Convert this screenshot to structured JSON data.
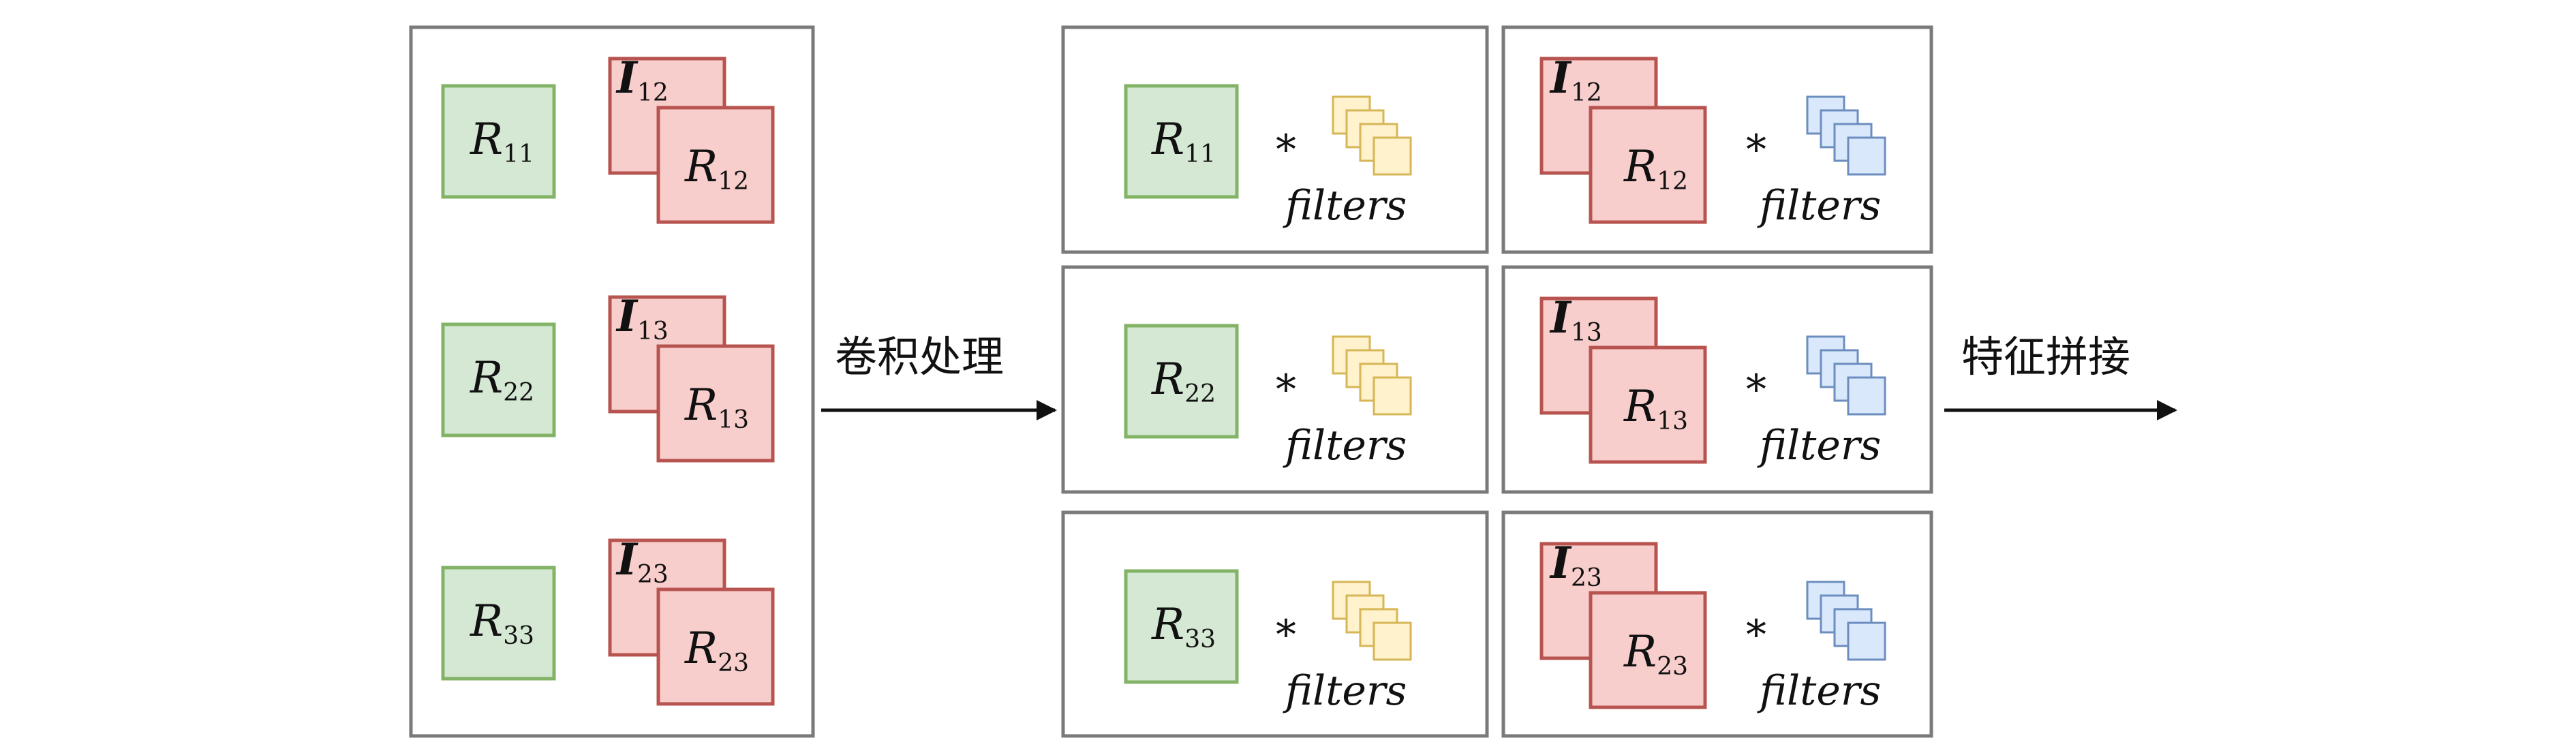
{
  "colors": {
    "green_fill": "#d5e8d4",
    "green_stroke": "#82b366",
    "red_fill": "#f8cecc",
    "red_stroke": "#b85450",
    "yellow_fill": "#fff2cc",
    "yellow_stroke": "#d6b656",
    "blue_fill": "#dae8fc",
    "blue_stroke": "#6c8ebf",
    "panel_stroke": "#7a7a7a"
  },
  "labels": {
    "conv_arrow": "卷积处理",
    "concat_arrow": "特征拼接",
    "operator": "*",
    "filters": "filters"
  },
  "left_panel": {
    "rows": [
      {
        "r_base": "R",
        "r_sub": "11",
        "i_base": "I",
        "i_sub": "12",
        "r2_base": "R",
        "r2_sub": "12"
      },
      {
        "r_base": "R",
        "r_sub": "22",
        "i_base": "I",
        "i_sub": "13",
        "r2_base": "R",
        "r2_sub": "13"
      },
      {
        "r_base": "R",
        "r_sub": "33",
        "i_base": "I",
        "i_sub": "23",
        "r2_base": "R",
        "r2_sub": "23"
      }
    ]
  },
  "conv_panels": {
    "left_column": [
      {
        "r_base": "R",
        "r_sub": "11"
      },
      {
        "r_base": "R",
        "r_sub": "22"
      },
      {
        "r_base": "R",
        "r_sub": "33"
      }
    ],
    "right_column": [
      {
        "i_base": "I",
        "i_sub": "12",
        "r_base": "R",
        "r_sub": "12"
      },
      {
        "i_base": "I",
        "i_sub": "13",
        "r_base": "R",
        "r_sub": "13"
      },
      {
        "i_base": "I",
        "i_sub": "23",
        "r_base": "R",
        "r_sub": "23"
      }
    ]
  }
}
